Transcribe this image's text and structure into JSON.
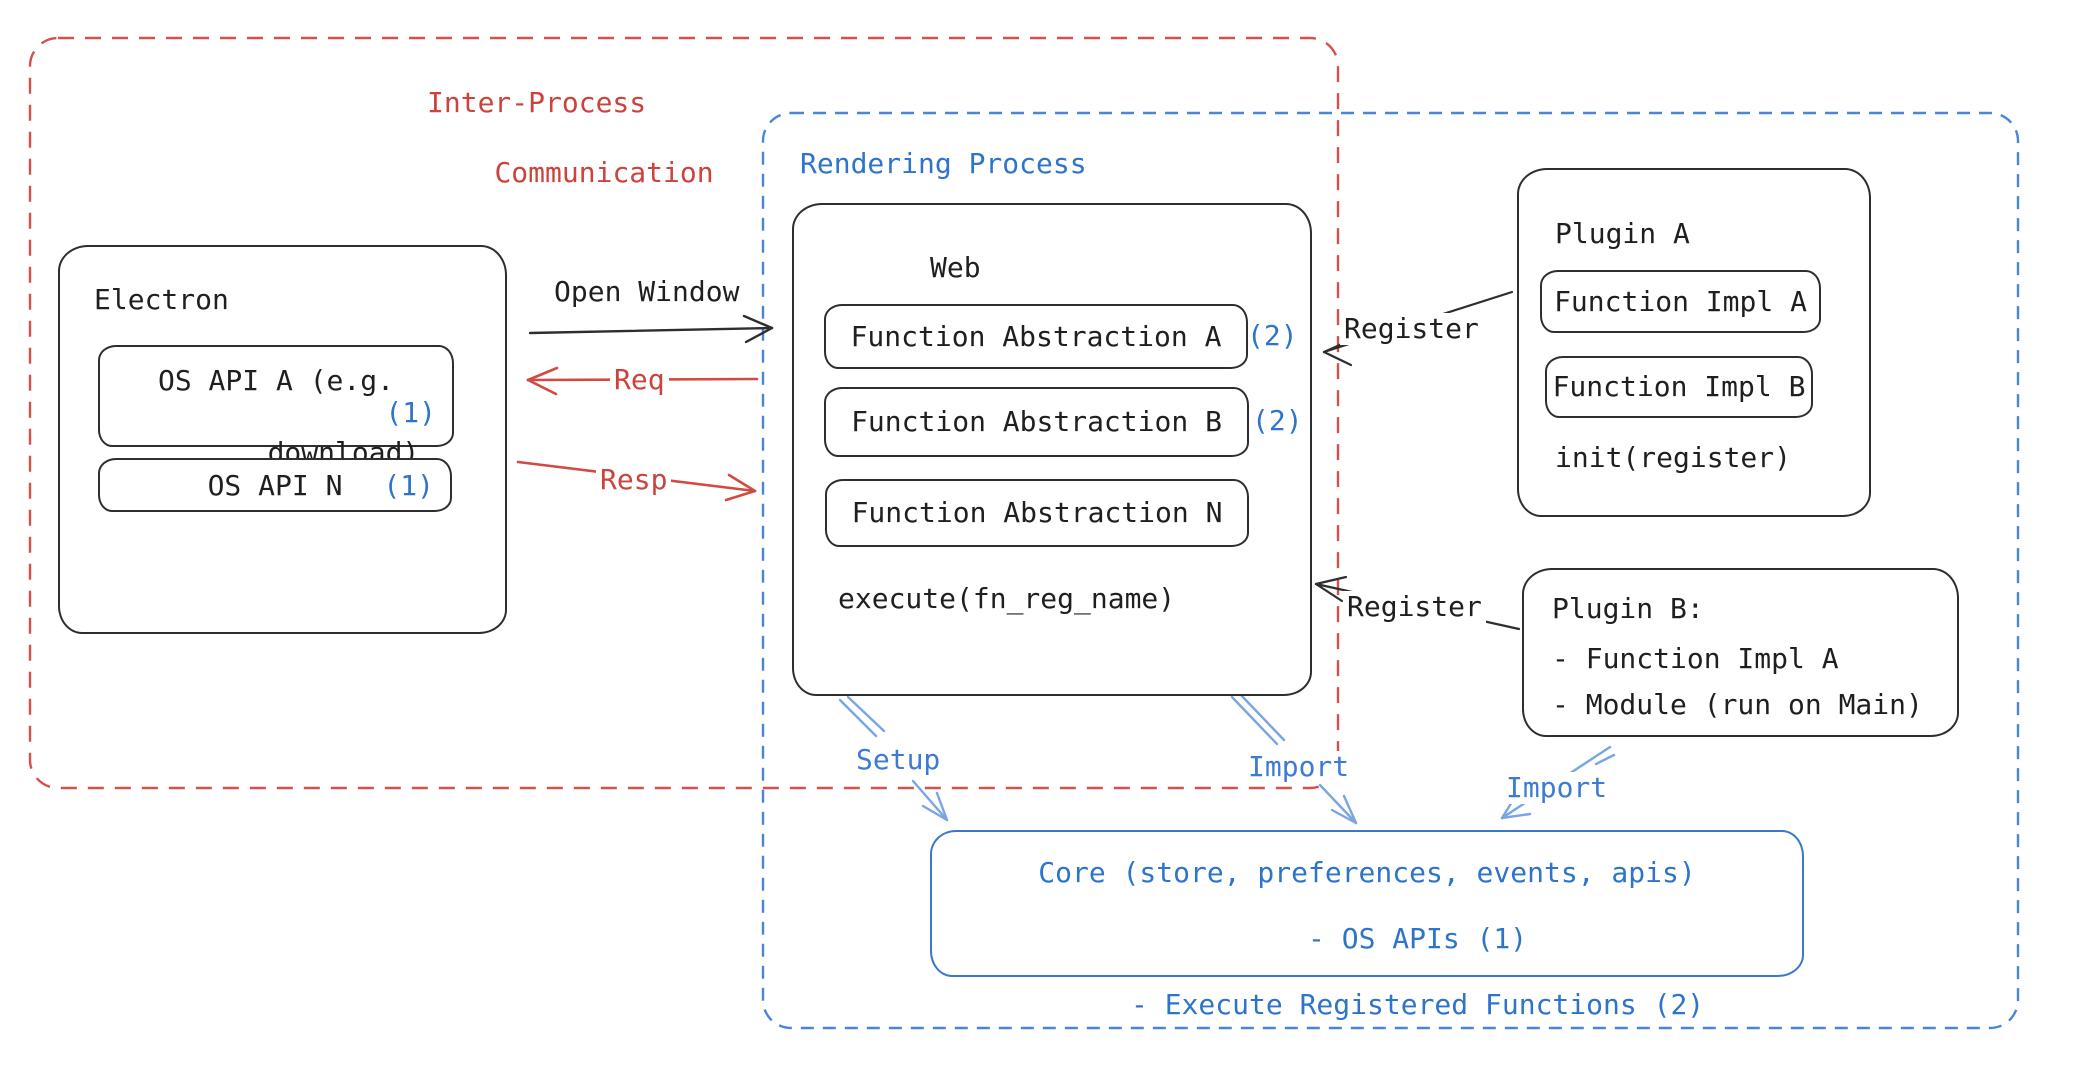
{
  "colors": {
    "red_accent": "#cd423d",
    "blue_accent": "#2e74c9",
    "arrow_blue": "#7aa5e2",
    "ink": "#1f1f1f"
  },
  "ipc_box": {
    "title_line1": "Inter-Process",
    "title_line2": "Communication"
  },
  "rendering_box": {
    "title": "Rendering Process"
  },
  "electron": {
    "title": "Electron",
    "api_a_line1": "OS API A (e.g.",
    "api_a_line2": "download)",
    "api_a_badge": "(1)",
    "api_n_label": "OS API N",
    "api_n_badge": "(1)"
  },
  "web": {
    "title": "Web",
    "fn_a": "Function Abstraction A",
    "fn_a_badge": "(2)",
    "fn_b": "Function Abstraction B",
    "fn_b_badge": "(2)",
    "fn_n": "Function Abstraction N",
    "execute_label": "execute(fn_reg_name)"
  },
  "plugin_a": {
    "title": "Plugin A",
    "impl_a": "Function Impl A",
    "impl_b": "Function Impl B",
    "init_label": "init(register)"
  },
  "plugin_b": {
    "title": "Plugin B:",
    "item1": "- Function Impl A",
    "item2": "- Module (run on Main)"
  },
  "core": {
    "line1": "Core (store, preferences, events, apis)",
    "line2": "- OS APIs (1)",
    "line3": "- Execute Registered Functions (2)"
  },
  "labels": {
    "open_window": "Open Window",
    "req": "Req",
    "resp": "Resp",
    "register_a": "Register",
    "register_b": "Register",
    "setup": "Setup",
    "import_web": "Import",
    "import_plugin": "Import"
  }
}
